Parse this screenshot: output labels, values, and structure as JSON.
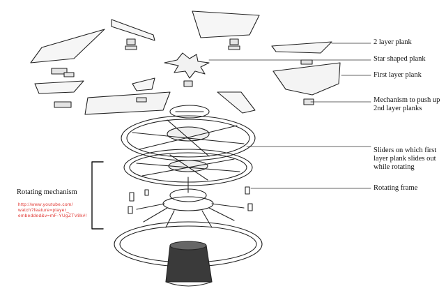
{
  "labels": {
    "two_layer_plank": "2 layer plank",
    "star_plank": "Star shaped plank",
    "first_layer_plank": "First layer plank",
    "mechanism": "Mechanism to push up 2nd layer planks",
    "sliders": "Sliders on which first layer plank slides out while rotating",
    "rotating_frame": "Rotating frame",
    "rotating_mechanism": "Rotating mechanism"
  },
  "source_url": {
    "line1": "http://www.youtube.com/",
    "line2": "watch?feature=player_",
    "line3": "embedded&v=mF-YUgZTV8k#!"
  },
  "colors": {
    "ink": "#111111",
    "url": "#e0322d"
  }
}
